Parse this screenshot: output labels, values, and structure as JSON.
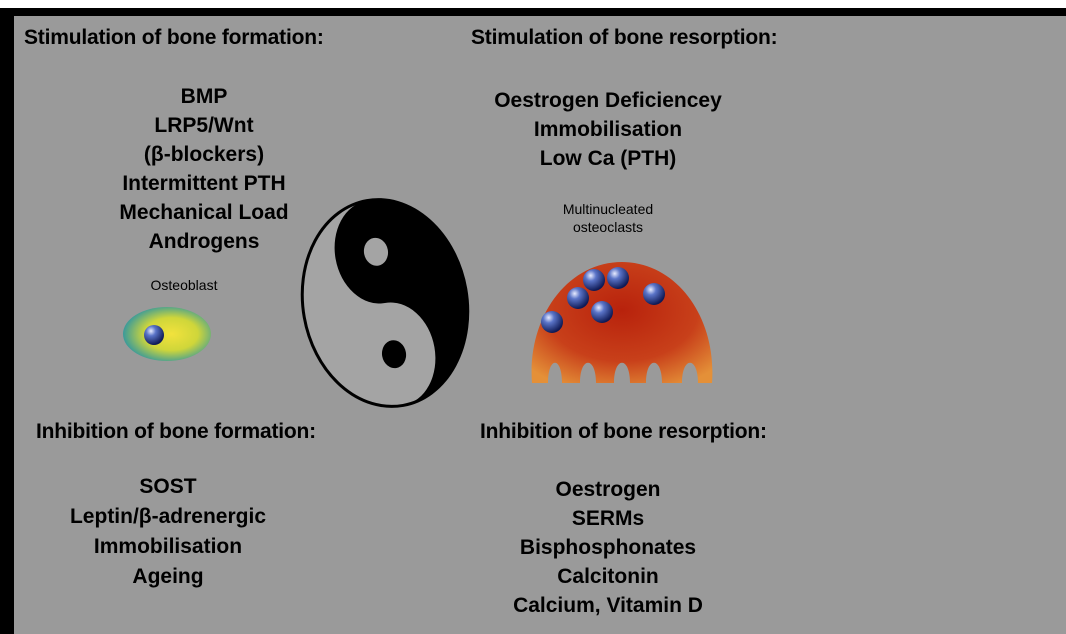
{
  "quadrants": {
    "stim_formation": {
      "heading": "Stimulation of bone formation:",
      "items": [
        "BMP",
        "LRP5/Wnt",
        "(β-blockers)",
        "Intermittent PTH",
        "Mechanical Load",
        "Androgens"
      ]
    },
    "stim_resorption": {
      "heading": "Stimulation of bone resorption:",
      "items": [
        "Oestrogen Deficiencey",
        "Immobilisation",
        "Low Ca (PTH)"
      ]
    },
    "inhib_formation": {
      "heading": "Inhibition of bone formation:",
      "items": [
        "SOST",
        "Leptin/β-adrenergic",
        "Immobilisation",
        "Ageing"
      ]
    },
    "inhib_resorption": {
      "heading": "Inhibition of bone resorption:",
      "items": [
        "Oestrogen",
        "SERMs",
        "Bisphosphonates",
        "Calcitonin",
        "Calcium, Vitamin D"
      ]
    }
  },
  "cells": {
    "osteoblast_label": "Osteoblast",
    "osteoclast_label_line1": "Multinucleated",
    "osteoclast_label_line2": "osteoclasts"
  },
  "colors": {
    "background": "#9a9a9a",
    "frame": "#000000",
    "osteoclast_outer": "#b02a10",
    "osteoclast_edge": "#e07a2a",
    "nucleus": "#1f2f7a",
    "osteoblast_center": "#f0e040",
    "osteoblast_edge": "#3a9a9a"
  }
}
